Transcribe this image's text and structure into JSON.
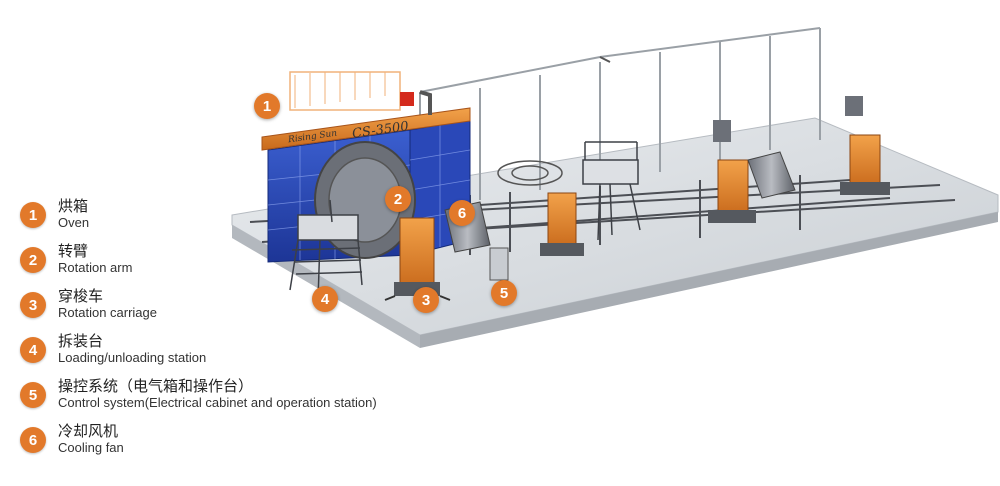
{
  "accent_color": "#e2792a",
  "machine": {
    "model_label": "CS-3500",
    "brand_label": "Rising Sun"
  },
  "legend": [
    {
      "num": "1",
      "cn": "烘箱",
      "en": "Oven"
    },
    {
      "num": "2",
      "cn": "转臂",
      "en": "Rotation arm"
    },
    {
      "num": "3",
      "cn": "穿梭车",
      "en": "Rotation carriage"
    },
    {
      "num": "4",
      "cn": "拆装台",
      "en": "Loading/unloading station"
    },
    {
      "num": "5",
      "cn": "操控系统（电气箱和操作台）",
      "en": "Control system(Electrical cabinet and operation station)"
    },
    {
      "num": "6",
      "cn": "冷却风机",
      "en": "Cooling fan"
    }
  ],
  "callouts": [
    "1",
    "2",
    "3",
    "4",
    "5",
    "6"
  ]
}
